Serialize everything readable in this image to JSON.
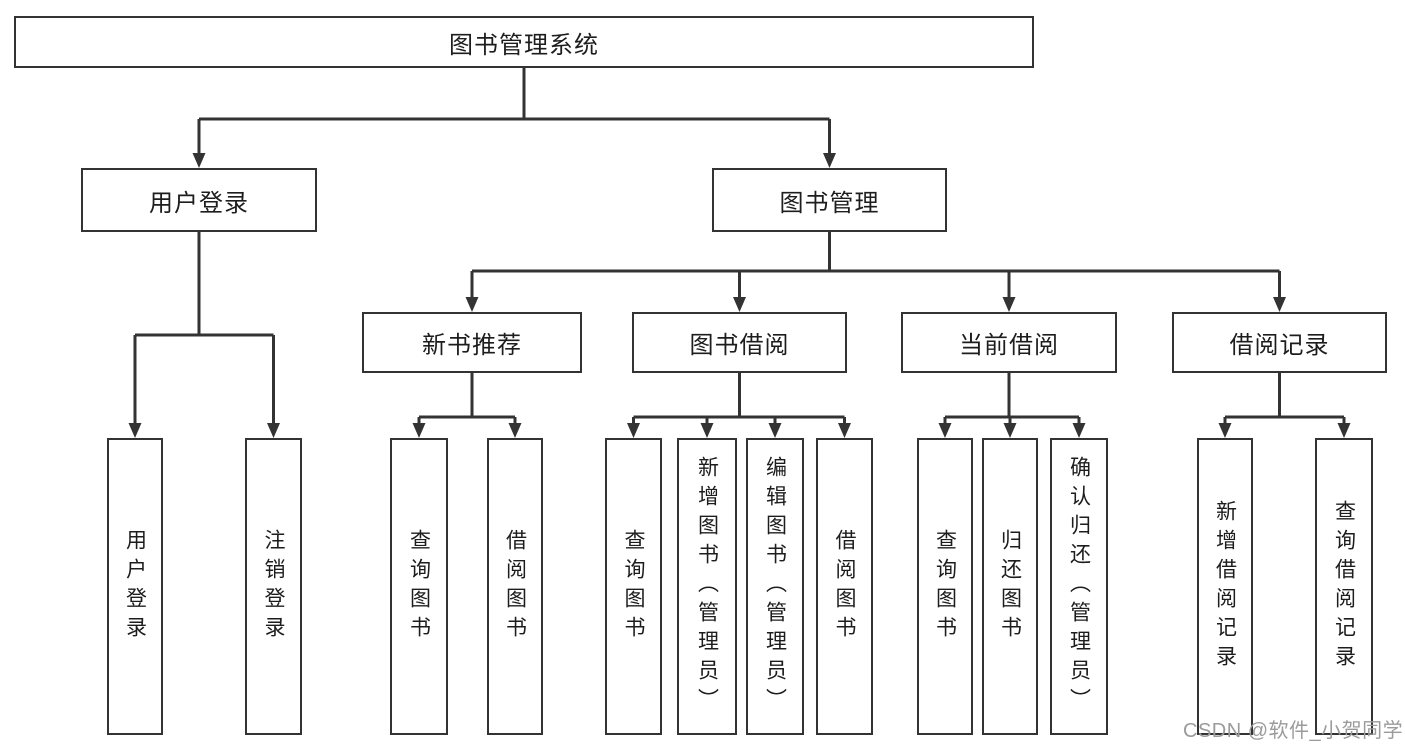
{
  "tree": {
    "root": {
      "label": "图书管理系统"
    },
    "branches": [
      {
        "label": "用户登录",
        "children": [
          {
            "label": "用户登录"
          },
          {
            "label": "注销登录"
          }
        ]
      },
      {
        "label": "图书管理",
        "children": [
          {
            "label": "新书推荐",
            "children": [
              {
                "label": "查询图书"
              },
              {
                "label": "借阅图书"
              }
            ]
          },
          {
            "label": "图书借阅",
            "children": [
              {
                "label": "查询图书"
              },
              {
                "label": "新增图书（管理员）"
              },
              {
                "label": "编辑图书（管理员）"
              },
              {
                "label": "借阅图书"
              }
            ]
          },
          {
            "label": "当前借阅",
            "children": [
              {
                "label": "查询图书"
              },
              {
                "label": "归还图书"
              },
              {
                "label": "确认归还（管理员）"
              }
            ]
          },
          {
            "label": "借阅记录",
            "children": [
              {
                "label": "新增借阅记录"
              },
              {
                "label": "查询借阅记录"
              }
            ]
          }
        ]
      }
    ]
  },
  "watermark": {
    "text": "CSDN @软件_小贺同学"
  },
  "colors": {
    "line": "#333333",
    "text": "#1d1d1d",
    "watermark": "#9b9b9b",
    "background": "#ffffff"
  }
}
